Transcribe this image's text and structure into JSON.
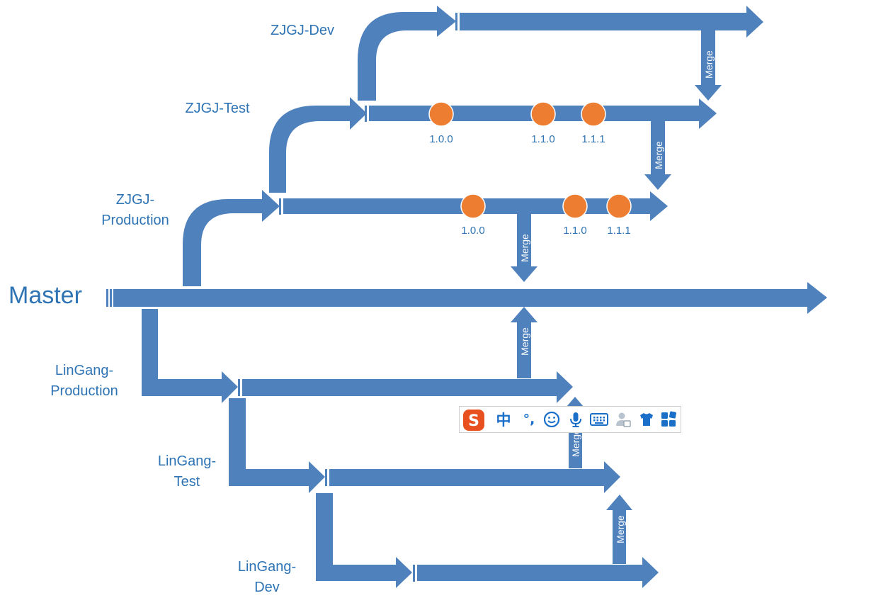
{
  "branches": {
    "master": "Master",
    "zjgj_dev": "ZJGJ-Dev",
    "zjgj_test": "ZJGJ-Test",
    "zjgj_production": [
      "ZJGJ-",
      "Production"
    ],
    "lingang_production": [
      "LinGang-",
      "Production"
    ],
    "lingang_test": [
      "LinGang-",
      "Test"
    ],
    "lingang_dev": [
      "LinGang-",
      "Dev"
    ]
  },
  "merge_label": "Merge",
  "versions": {
    "zjgj_test": [
      "1.0.0",
      "1.1.0",
      "1.1.1"
    ],
    "zjgj_production": [
      "1.0.0",
      "1.1.0",
      "1.1.1"
    ]
  },
  "ime_toolbar": {
    "logo_text": "S",
    "lang_char": "中",
    "punct_chars": "°,",
    "icons": [
      "sogou-logo-icon",
      "chinese-mode-icon",
      "punctuation-icon",
      "emoji-icon",
      "microphone-icon",
      "keyboard-icon",
      "user-icon",
      "skin-shirt-icon",
      "toolbox-grid-icon"
    ]
  },
  "colors": {
    "arrow": "#4f81bd",
    "label": "#2e74b5",
    "version_dot": "#ed7d31",
    "dot_stroke": "#ffffff",
    "ime_red": "#e8501f",
    "ime_blue": "#1a6fc9"
  }
}
